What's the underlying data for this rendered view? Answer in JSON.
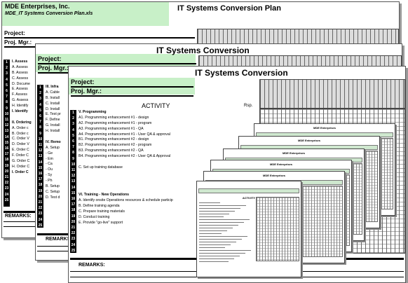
{
  "sheet1": {
    "company": "MDE Enterprises, Inc.",
    "filename": "MDE_IT Systems Conversion Plan.xls",
    "title": "IT Systems Conversion Plan",
    "project_label": "Project:",
    "pm_label": "Proj. Mgr.:",
    "row_numbers": [
      "1",
      "2",
      "3",
      "4",
      "5",
      "6",
      "7",
      "8",
      "9",
      "10",
      "11",
      "12",
      "13",
      "14",
      "15",
      "16",
      "17",
      "18",
      "19",
      "20",
      "21",
      "22",
      "23",
      "24",
      "25"
    ],
    "rows": [
      "I.  Assess",
      "A.  Assess",
      "B.  Assess",
      "C.  Assess",
      "D.  Docume",
      "E.  Assess",
      "F.  Assess",
      "G.  Assess",
      "H.  Identify",
      "I.  Identify",
      "",
      "II.  Ordering",
      "A.  Order c",
      "B.  Order c",
      "C.  Order V",
      "D.  Order V",
      "E.  Order C",
      "F.  Order C",
      "G.  Order C",
      "H.  Order C",
      "I.  Order C",
      "",
      "",
      "",
      ""
    ],
    "remarks": "REMARKS:"
  },
  "sheet2": {
    "title": "IT Systems Conversion",
    "project_label": "Project:",
    "pm_label": "Proj. Mgr.:",
    "row_numbers": [
      "1",
      "2",
      "3",
      "4",
      "5",
      "6",
      "7",
      "8",
      "9",
      "10",
      "11",
      "12",
      "13",
      "14",
      "15",
      "16",
      "17",
      "18",
      "19",
      "20",
      "21",
      "22",
      "23",
      "24",
      "25"
    ],
    "rows": [
      "III.  Infra",
      "A.  Cable",
      "B.  Install",
      "C.  Install",
      "D.  Install",
      "E.  Test pr",
      "F.  Define",
      "G.  Install",
      "H.  Install",
      "",
      "IV.  Remo",
      "A.  Setup",
      "-  Ge",
      "-  Em",
      "-  Ca",
      "-  Ou",
      "-  Sy",
      "-  Ph",
      "B.  Setup",
      "C.  Setup",
      "D.  Test d",
      "",
      "",
      "",
      ""
    ],
    "remarks": "REMARKS:"
  },
  "sheet3": {
    "title": "IT Systems Conversion",
    "project_label": "Project:",
    "pm_label": "Proj. Mgr.:",
    "activity_label": "ACTIVITY",
    "resp_label": "Rsp.",
    "row_numbers": [
      "1",
      "2",
      "3",
      "4",
      "5",
      "6",
      "7",
      "8",
      "9",
      "10",
      "11",
      "12",
      "13",
      "14",
      "15",
      "16",
      "17",
      "18",
      "19",
      "20",
      "21",
      "22",
      "23",
      "24",
      "25"
    ],
    "rows": [
      "V.  Programming",
      "A1.  Programming enhancement #1 - design",
      "A2.  Programming enhancement #1 - program",
      "A3.  Programming enhancement #1 - QA",
      "A4.  Programming enhancement #1 - User QA & approval",
      "B1.  Programming enhancement #2 - design",
      "B2.  Programming enhancement #2 - program",
      "B3.  Programming enhancement #2 - QA",
      "B4.  Programming enhancement #2 - User QA & Approval",
      "",
      "C.  Set up training database",
      "",
      "",
      "",
      "",
      "VI.  Training - New Operations",
      "A.  Identify onsite Operations resources & schedule particip",
      "B.  Define training agenda",
      "C.  Prepare training materials",
      "D.  Conduct training",
      "E.  Provide \"go-live\" support",
      "",
      "",
      "",
      ""
    ],
    "remarks": "REMARKS:"
  },
  "minis": [
    {
      "title": "MDE Enterprises"
    },
    {
      "title": "MDE Enterprises"
    },
    {
      "title": "MDE Enterprises"
    },
    {
      "title": "MDE Enterprises"
    },
    {
      "title": "MDE Enterprises"
    },
    {
      "title": "ACTIVITY"
    }
  ]
}
